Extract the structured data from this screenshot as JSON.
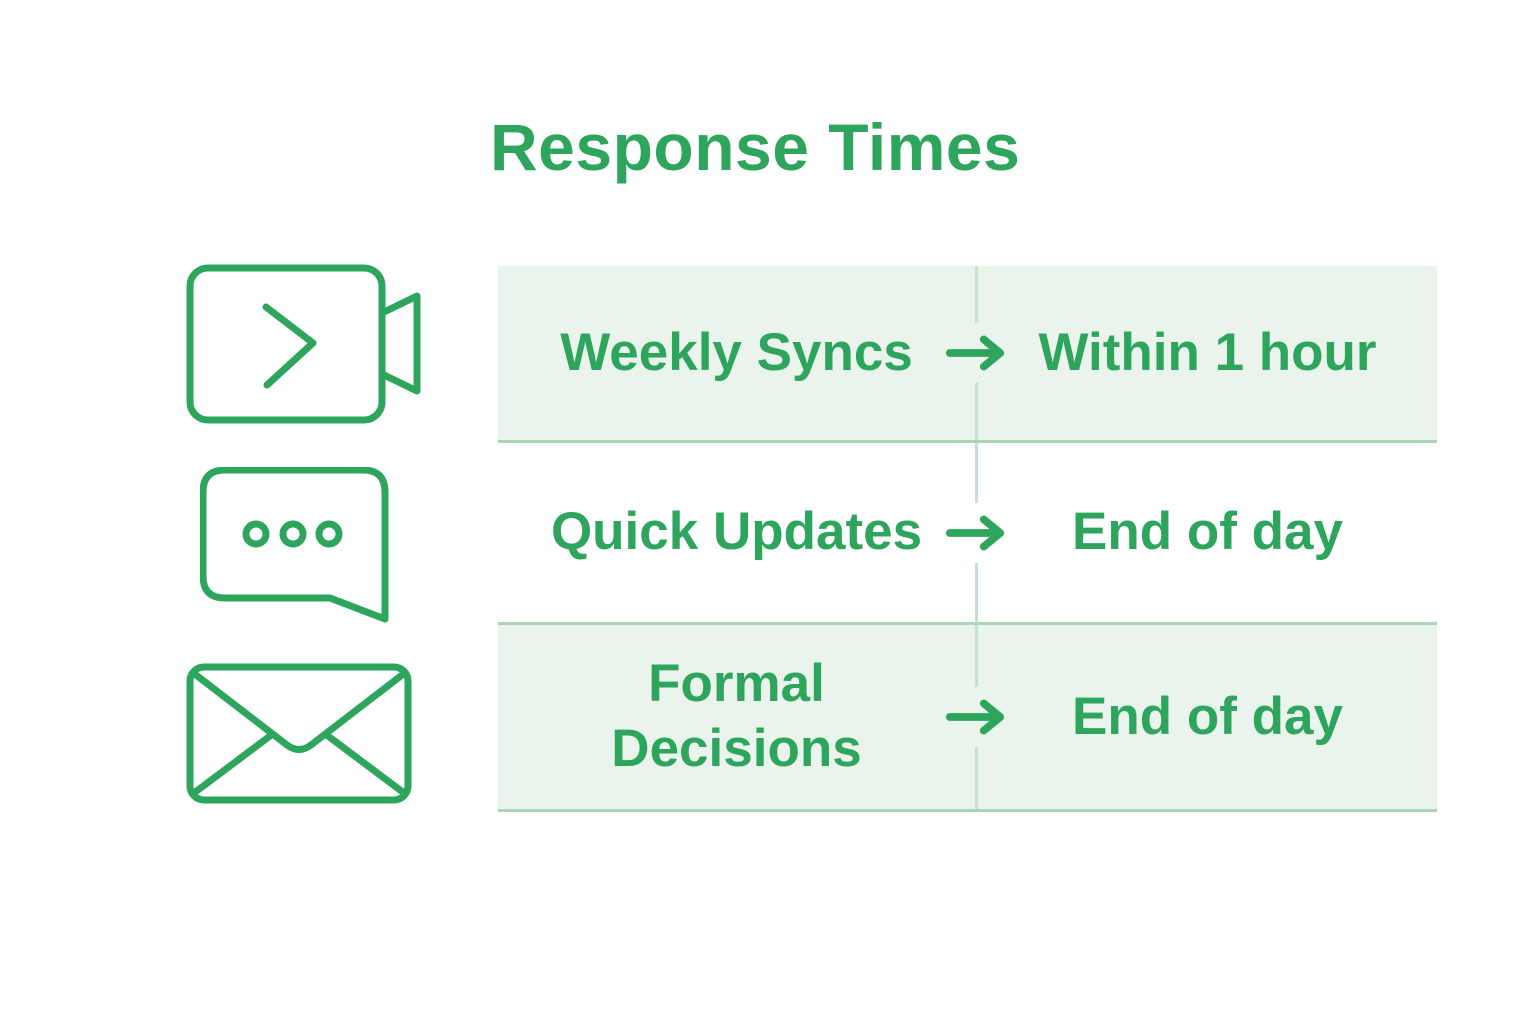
{
  "title": "Response Times",
  "colors": {
    "green": "#2DA55C",
    "row_bg": "#EAF4EC",
    "row_alt_bg": "#FFFFFF",
    "border": "#A9D6B5",
    "divider": "#C3E3CC",
    "page_bg": "#FFFFFF"
  },
  "arrow_symbol": "→",
  "rows": [
    {
      "icon": "video-camera-icon",
      "channel": "Weekly Syncs",
      "response": "Within 1 hour"
    },
    {
      "icon": "chat-bubble-icon",
      "channel": "Quick Updates",
      "response": "End of day"
    },
    {
      "icon": "envelope-icon",
      "channel": "Formal Decisions",
      "response": "End of day"
    }
  ]
}
